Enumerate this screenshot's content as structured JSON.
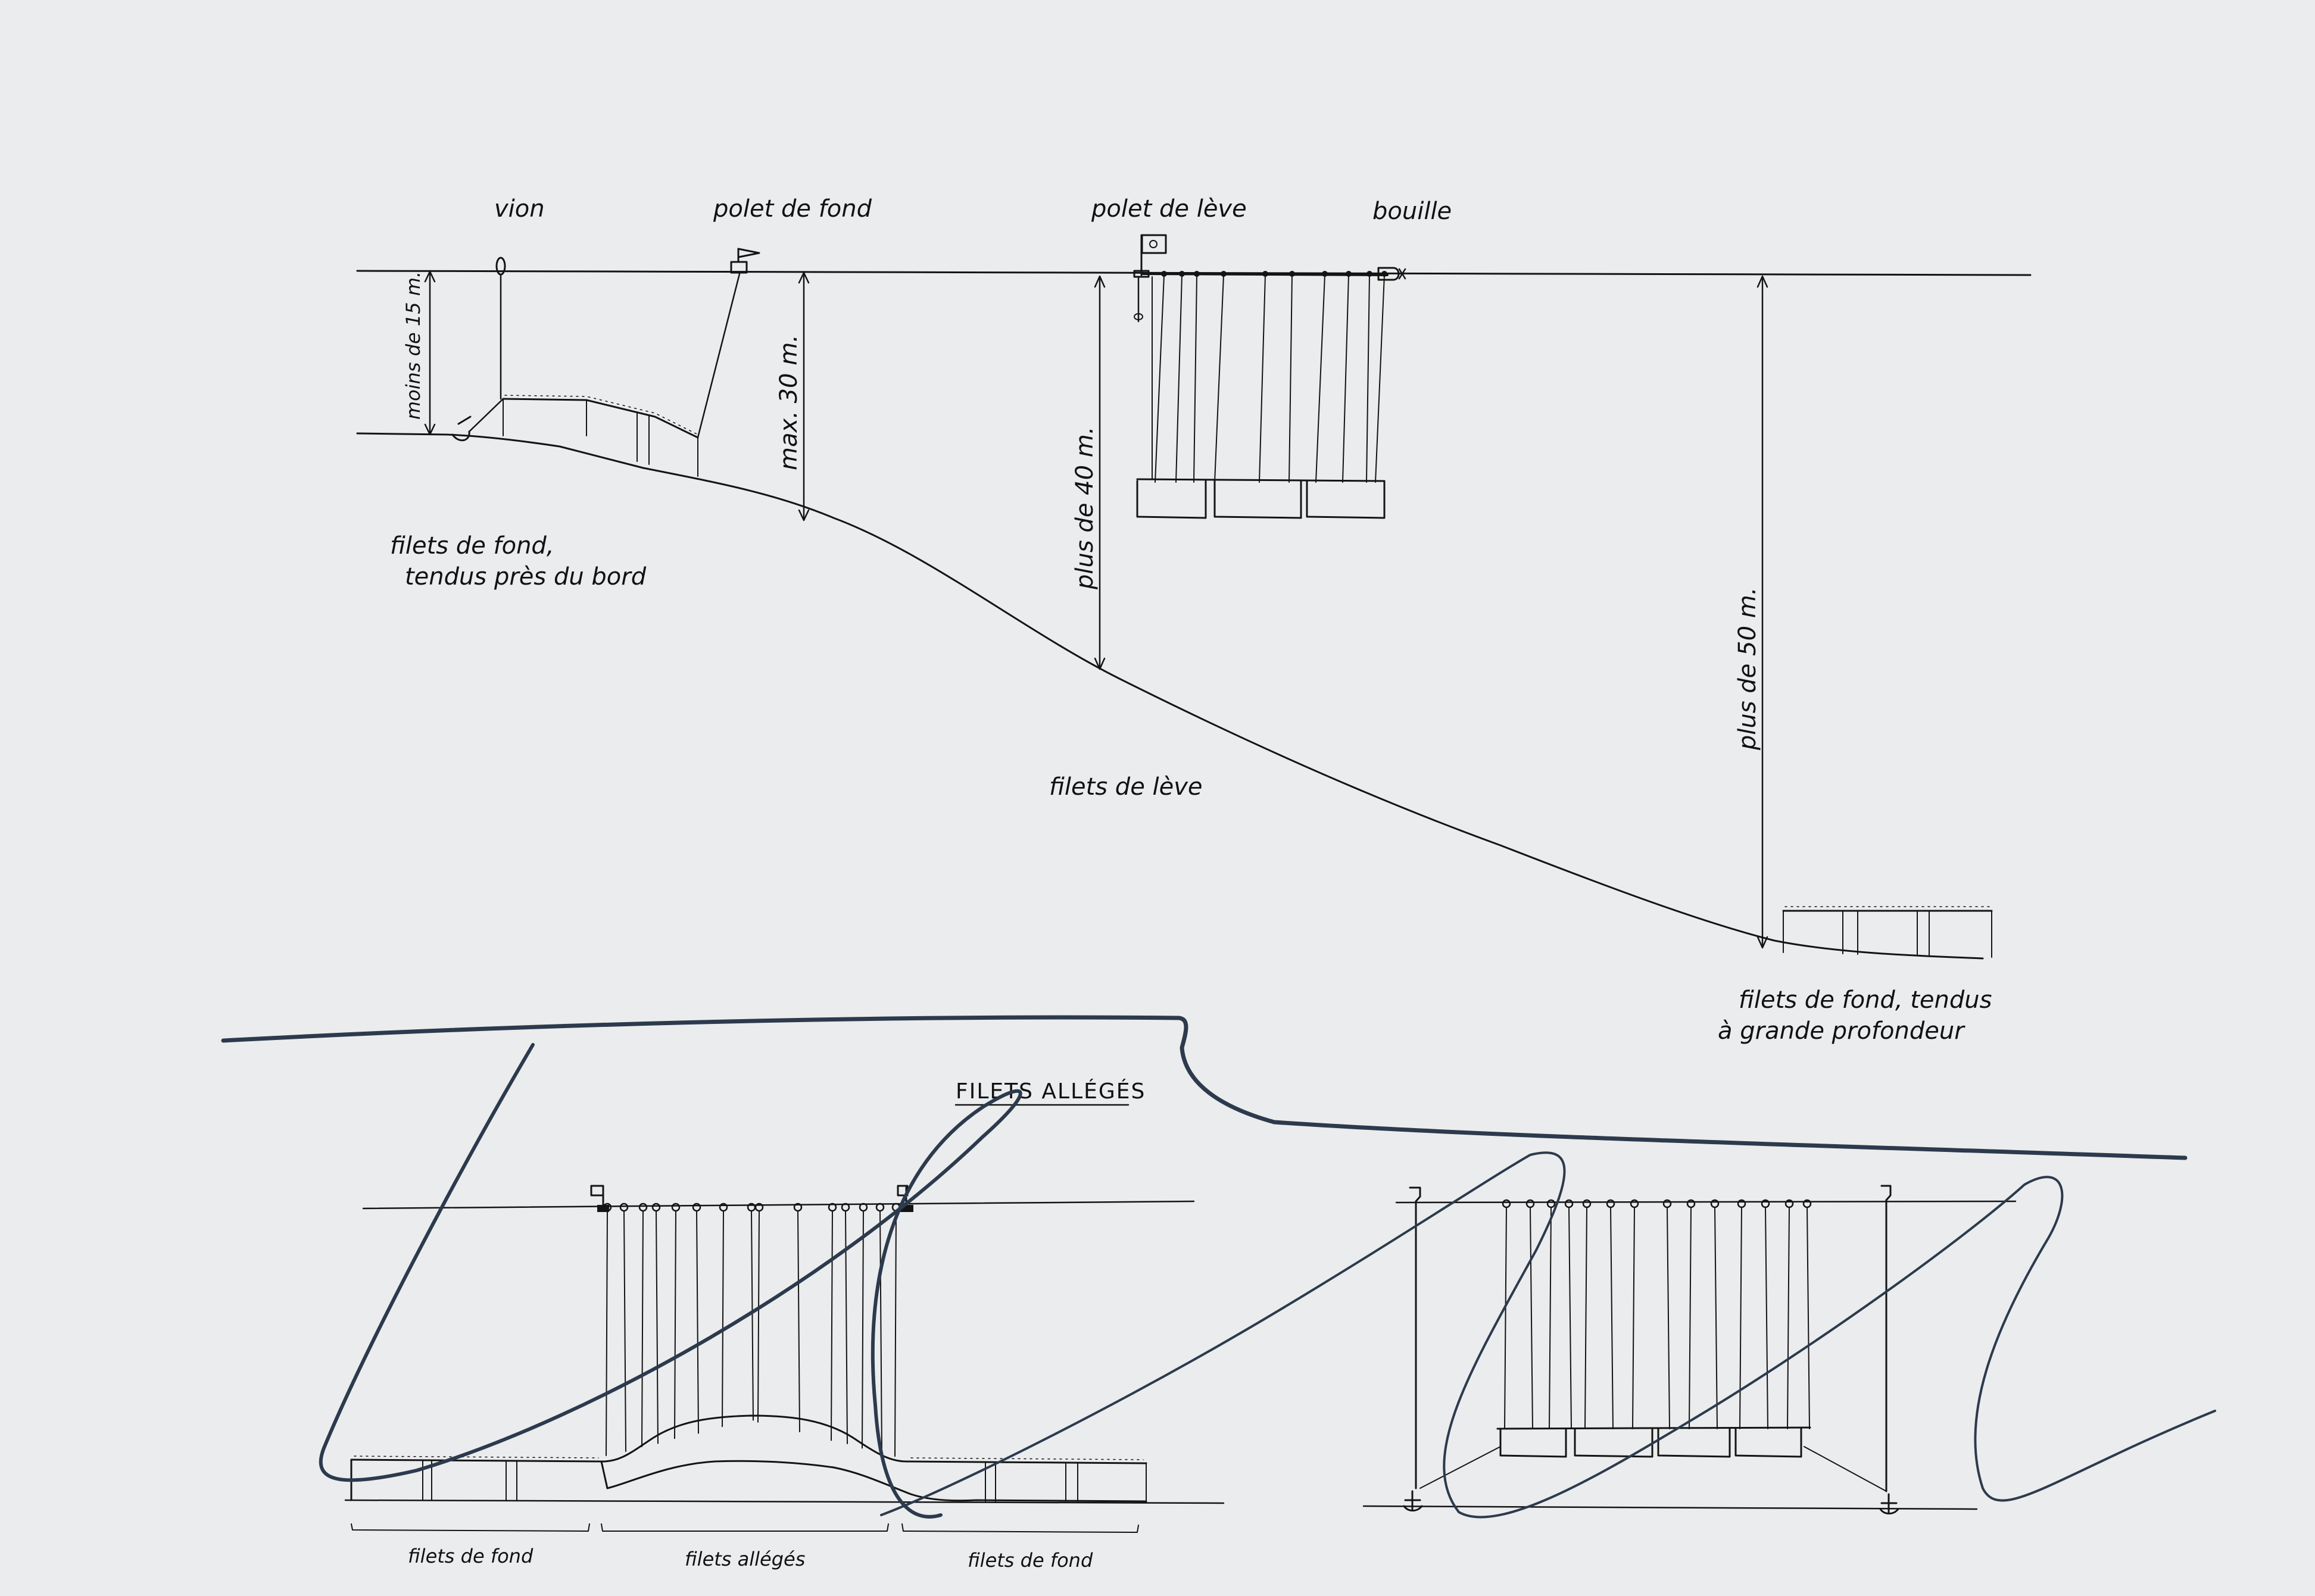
{
  "diagram": {
    "top_labels": {
      "vion": "vion",
      "polet_de_fond": "polet de fond",
      "polet_de_leve": "polet de lève",
      "bouille": "bouille"
    },
    "depths": {
      "moins_15": "moins de 15 m.",
      "max_30": "max. 30 m.",
      "plus_40": "plus de 40 m.",
      "plus_50": "plus de 50 m."
    },
    "captions": {
      "fond_bord_line1": "filets de fond,",
      "fond_bord_line2": "tendus près du bord",
      "leve": "filets de lève",
      "fond_profond_line1": "filets de fond, tendus",
      "fond_profond_line2": "à grande profondeur"
    },
    "lower": {
      "title": "FILETS ALLÉGÉS",
      "brace_left": "filets de fond",
      "brace_mid": "filets allégés",
      "brace_right": "filets de fond"
    }
  }
}
